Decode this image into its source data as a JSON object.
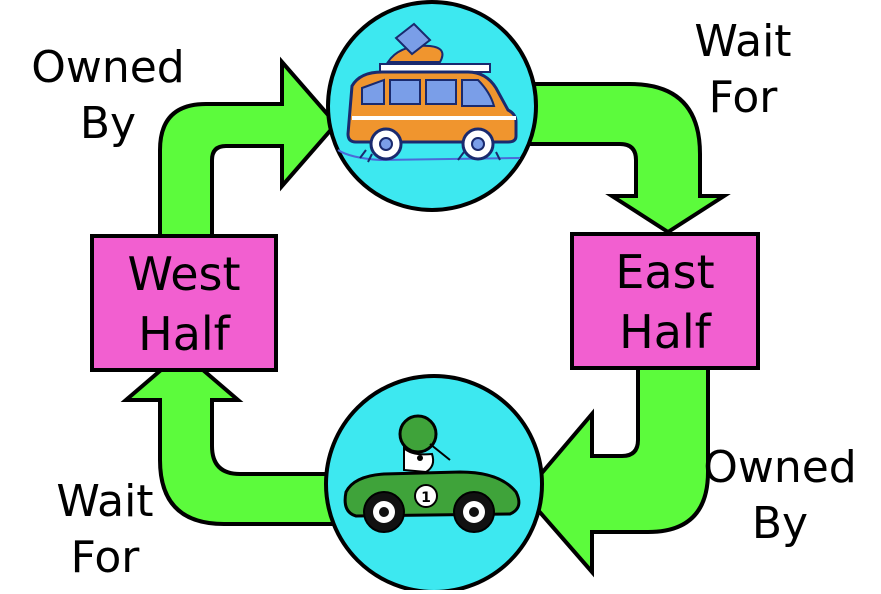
{
  "nodes": {
    "west": {
      "line1": "West",
      "line2": "Half"
    },
    "east": {
      "line1": "East",
      "line2": "Half"
    }
  },
  "edges": {
    "top_left": {
      "line1": "Owned",
      "line2": "By"
    },
    "top_right": {
      "line1": "Wait",
      "line2": "For"
    },
    "bottom_right": {
      "line1": "Owned",
      "line2": "By"
    },
    "bottom_left": {
      "line1": "Wait",
      "line2": "For"
    }
  },
  "colors": {
    "arrow_fill": "#5cfb3c",
    "arrow_stroke": "#000000",
    "box_fill": "#f25fd0",
    "circle_fill": "#3de8f0",
    "van_body": "#f0952e",
    "race_car_body": "#3fa33a"
  },
  "icons": {
    "top_circle": "van-icon",
    "bottom_circle": "race-car-icon"
  }
}
